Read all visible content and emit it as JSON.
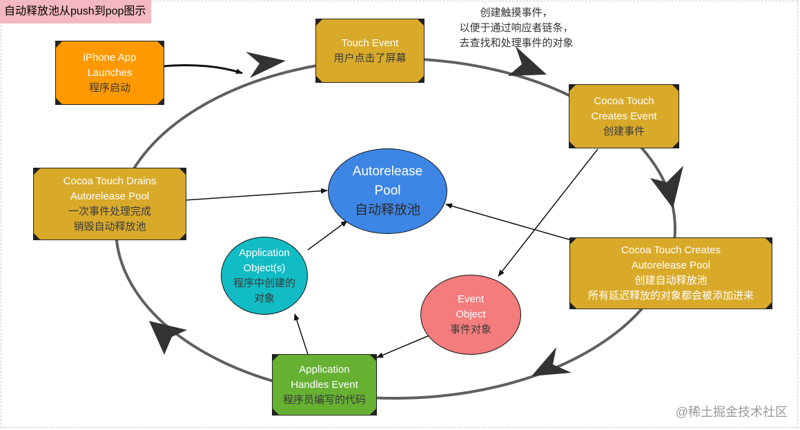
{
  "title": "自动释放池从push到pop图示",
  "annotation": [
    "创建触摸事件，",
    "以便于通过响应者链条，",
    "去查找和处理事件的对象"
  ],
  "watermark": "@稀土掘金技术社区",
  "colors": {
    "orange": "#ff9900",
    "gold": "#d9aa2a",
    "blue": "#3d86e6",
    "teal": "#11bcc4",
    "pink": "#f47c7c",
    "green": "#66b032",
    "cycle": "#5f5f5f"
  },
  "nodes": {
    "launch": {
      "en": [
        "iPhone App",
        "Launches"
      ],
      "cn": [
        "程序启动"
      ]
    },
    "touch_event": {
      "en": [
        "Touch Event"
      ],
      "cn": [
        "用户点击了屏幕"
      ]
    },
    "creates_event": {
      "en": [
        "Cocoa Touch",
        "Creates Event"
      ],
      "cn": [
        "创建事件"
      ]
    },
    "drains_pool": {
      "en": [
        "Cocoa Touch Drains",
        "Autorelease Pool"
      ],
      "cn": [
        "一次事件处理完成",
        "销毁自动释放池"
      ]
    },
    "creates_pool": {
      "en": [
        "Cocoa Touch Creates",
        "Autorelease Pool"
      ],
      "cn": [
        "创建自动释放池",
        "所有延迟释放的对象都会被添加进来"
      ]
    },
    "handles_event": {
      "en": [
        "Application",
        "Handles Event"
      ],
      "cn": [
        "程序员编写的代码"
      ]
    },
    "autorelease_pool": {
      "en": [
        "Autorelease",
        "Pool"
      ],
      "cn": [
        "自动释放池"
      ]
    },
    "app_objects": {
      "en": [
        "Application",
        "Object(s)"
      ],
      "cn": [
        "程序中创建的",
        "对象"
      ]
    },
    "event_object": {
      "en": [
        "Event",
        "Object"
      ],
      "cn": [
        "事件对象"
      ]
    }
  }
}
